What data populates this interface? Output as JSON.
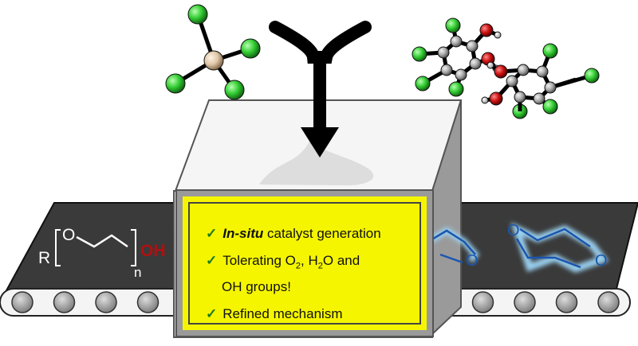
{
  "text_box": {
    "line1_em": "In-situ",
    "line1_rest": "catalyst generation",
    "line2_a": "Tolerating O",
    "line2_sub1": "2",
    "line2_b": ", H",
    "line2_sub2": "2",
    "line2_c": "O and",
    "line3": "OH groups!",
    "line4": "Refined mechanism"
  },
  "polymer": {
    "r": "R",
    "o": "O",
    "n": "n",
    "oh": "OH"
  },
  "dioxane": {
    "o_label": "O"
  },
  "colors": {
    "belt": "#3a3a3a",
    "box_fill": "#f5f500",
    "chlorine": "#33cc33",
    "oxygen": "#cc1111",
    "carbon": "#aaaaaa",
    "boron": "#e0c8a8",
    "glow": "#9ad0f0",
    "oh_red": "#b01010"
  }
}
